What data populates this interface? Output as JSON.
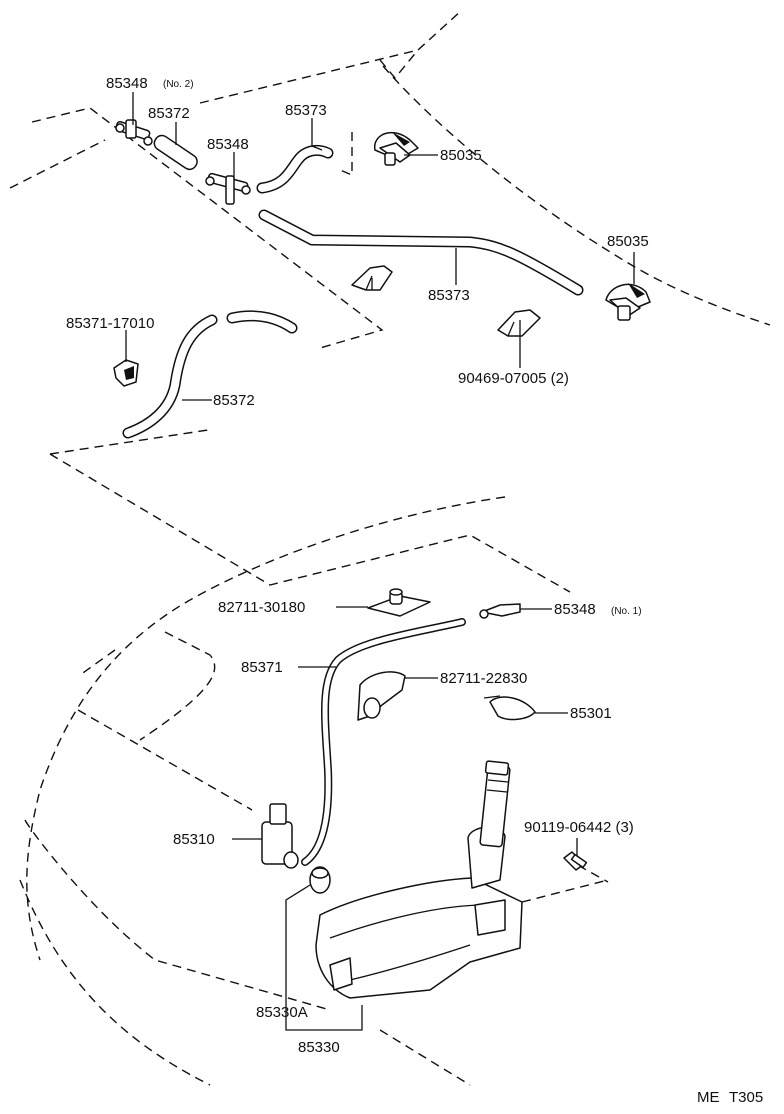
{
  "labels": {
    "p85348_no2": "85348",
    "p85348_no2_note": "(No. 2)",
    "p85372_top": "85372",
    "p85348_mid": "85348",
    "p85373_top": "85373",
    "p85035_top": "85035",
    "p85035_right": "85035",
    "p85373_long": "85373",
    "p85371_17010": "85371-17010",
    "p85372_lower": "85372",
    "p90469": "90469-07005 (2)",
    "p82711_30180": "82711-30180",
    "p85348_no1": "85348",
    "p85348_no1_note": "(No. 1)",
    "p85371": "85371",
    "p82711_22830": "82711-22830",
    "p85301": "85301",
    "p90119": "90119-06442 (3)",
    "p85310": "85310",
    "p85330A": "85330A",
    "p85330": "85330"
  },
  "footer": {
    "code_left": "ME",
    "code_right": "T305"
  }
}
